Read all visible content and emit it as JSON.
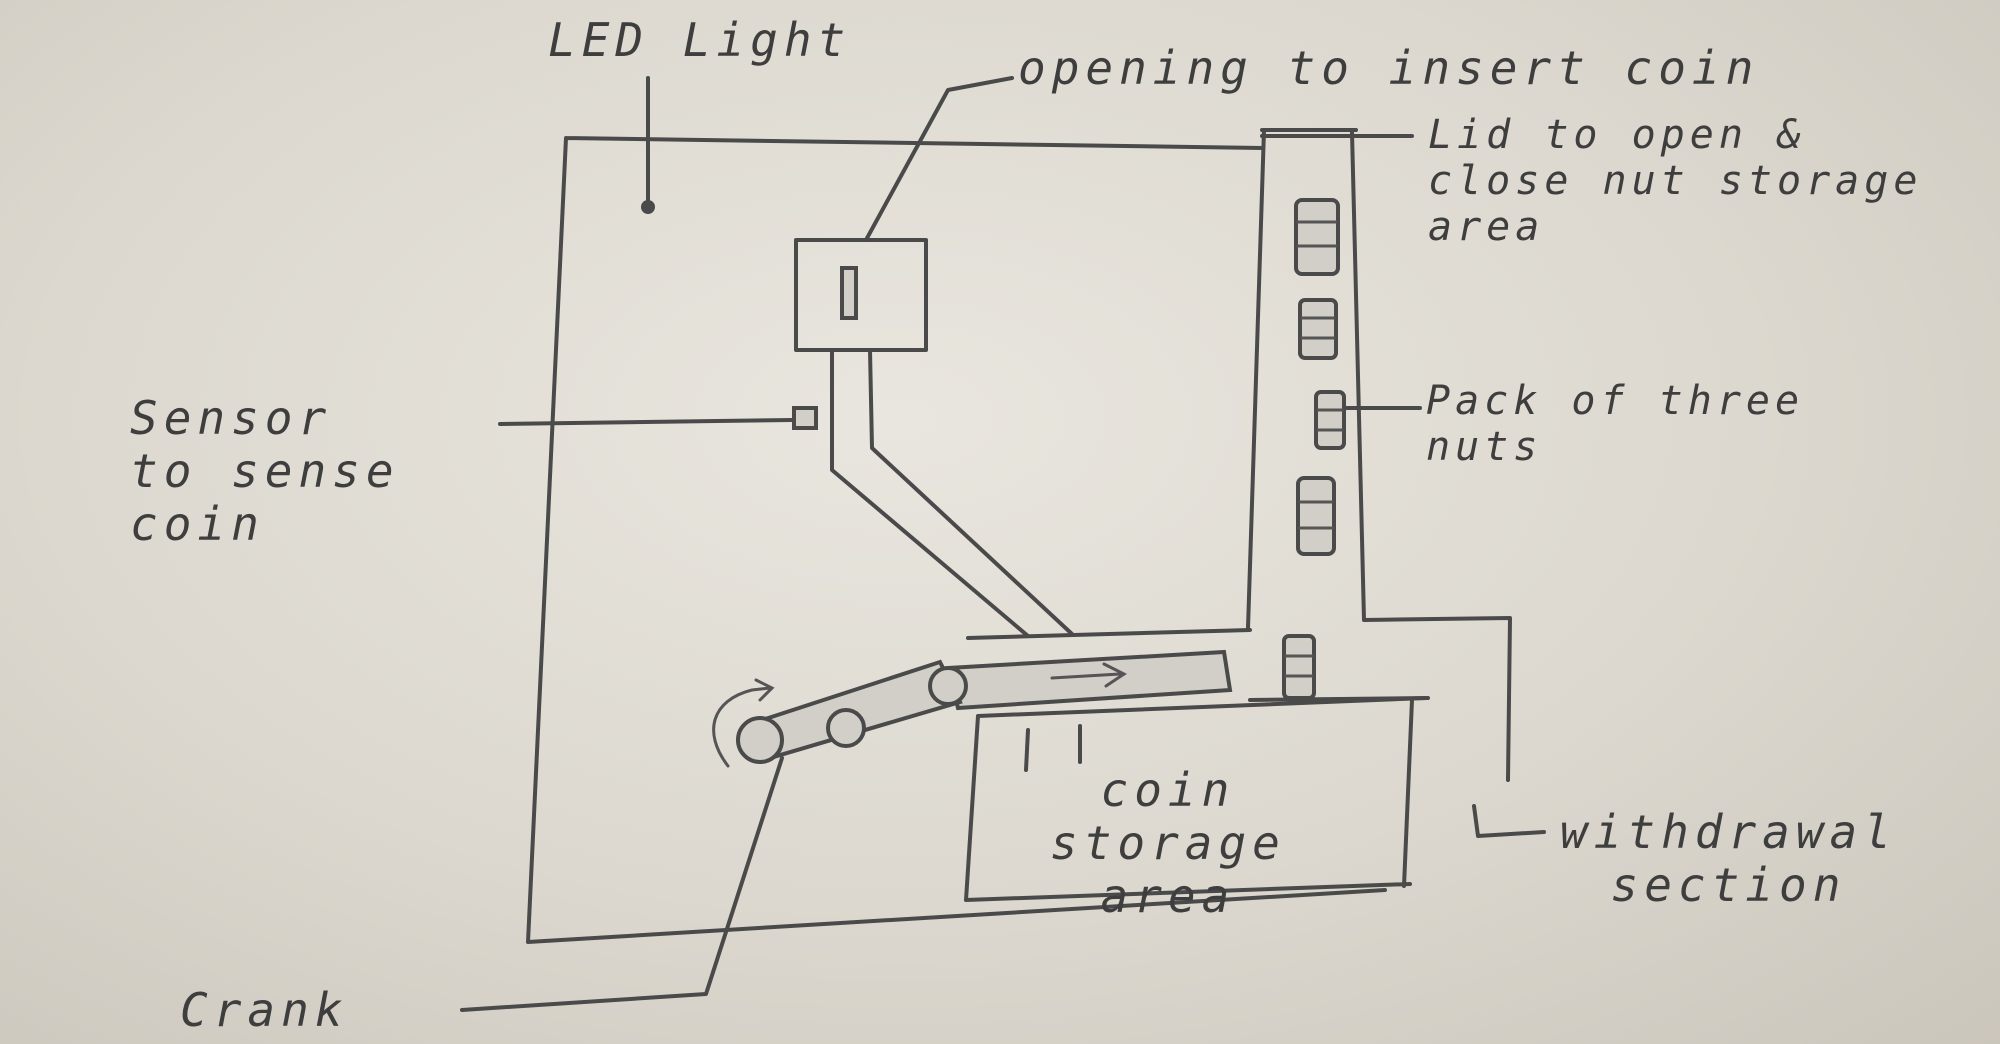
{
  "labels": {
    "led_light": "LED Light",
    "opening": "opening to insert coin",
    "lid": "Lid to open &\nclose nut storage\narea",
    "sensor": "Sensor\nto sense\ncoin",
    "pack": "Pack of three\nnuts",
    "coin_storage": "coin\nstorage\narea",
    "withdrawal": "withdrawal\nsection",
    "crank": "Crank"
  },
  "colors": {
    "paper": "#e6e2da",
    "ink": "#4a4a4a"
  }
}
